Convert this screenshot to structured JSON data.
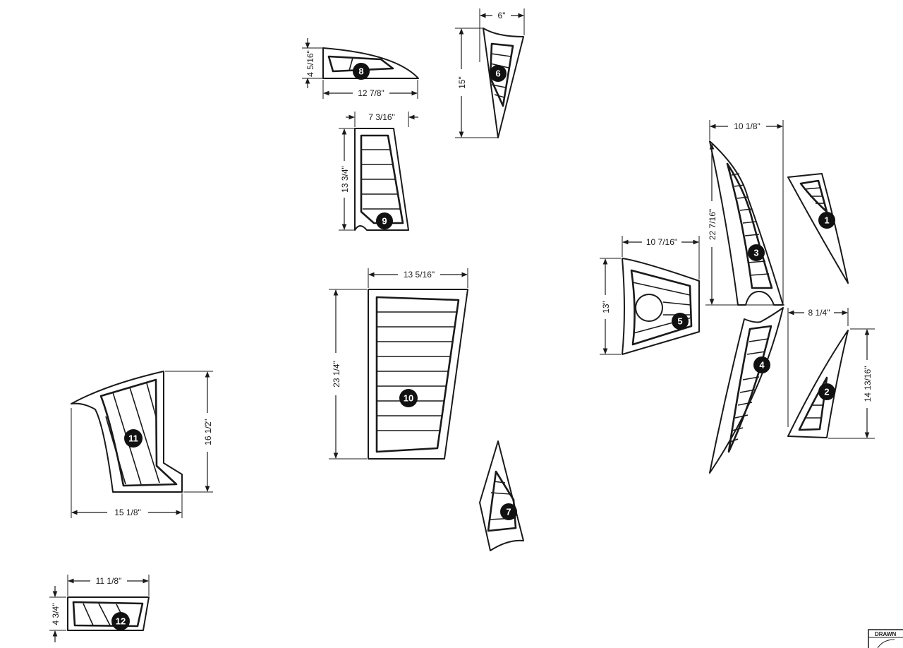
{
  "pieces": {
    "p1": "1",
    "p2": "2",
    "p3": "3",
    "p4": "4",
    "p5": "5",
    "p6": "6",
    "p7": "7",
    "p8": "8",
    "p9": "9",
    "p10": "10",
    "p11": "11",
    "p12": "12"
  },
  "dims": {
    "d6w": "6\"",
    "d6h": "15\"",
    "d8h": "4 5/16\"",
    "d8w": "12 7/8\"",
    "d9w": "7 3/16\"",
    "d9h": "13 3/4\"",
    "d10w": "13 5/16\"",
    "d10h": "23 1/4\"",
    "d11h": "16 1/2\"",
    "d11w": "15 1/8\"",
    "d12w": "11 1/8\"",
    "d12h": "4 3/4\"",
    "d5w": "10 7/16\"",
    "d5h": "13\"",
    "d3w": "10 1/8\"",
    "d3h": "22 7/16\"",
    "d2w": "8 1/4\"",
    "d2h": "14 13/16\""
  },
  "title_block": {
    "label": "DRAWN"
  }
}
